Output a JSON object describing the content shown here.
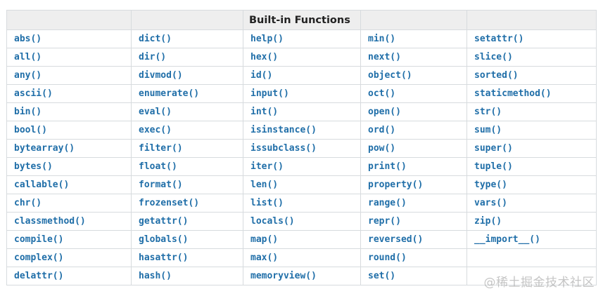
{
  "table": {
    "headers": [
      "",
      "",
      "Built-in Functions",
      "",
      ""
    ],
    "rows": [
      [
        "abs()",
        "dict()",
        "help()",
        "min()",
        "setattr()"
      ],
      [
        "all()",
        "dir()",
        "hex()",
        "next()",
        "slice()"
      ],
      [
        "any()",
        "divmod()",
        "id()",
        "object()",
        "sorted()"
      ],
      [
        "ascii()",
        "enumerate()",
        "input()",
        "oct()",
        "staticmethod()"
      ],
      [
        "bin()",
        "eval()",
        "int()",
        "open()",
        "str()"
      ],
      [
        "bool()",
        "exec()",
        "isinstance()",
        "ord()",
        "sum()"
      ],
      [
        "bytearray()",
        "filter()",
        "issubclass()",
        "pow()",
        "super()"
      ],
      [
        "bytes()",
        "float()",
        "iter()",
        "print()",
        "tuple()"
      ],
      [
        "callable()",
        "format()",
        "len()",
        "property()",
        "type()"
      ],
      [
        "chr()",
        "frozenset()",
        "list()",
        "range()",
        "vars()"
      ],
      [
        "classmethod()",
        "getattr()",
        "locals()",
        "repr()",
        "zip()"
      ],
      [
        "compile()",
        "globals()",
        "map()",
        "reversed()",
        "__import__()"
      ],
      [
        "complex()",
        "hasattr()",
        "max()",
        "round()",
        ""
      ],
      [
        "delattr()",
        "hash()",
        "memoryview()",
        "set()",
        ""
      ]
    ]
  },
  "watermark": "@稀土掘金技术社区",
  "colors": {
    "function_link": "#1f6ea8",
    "header_bg": "#eeeeee",
    "border": "#d7dbde"
  }
}
